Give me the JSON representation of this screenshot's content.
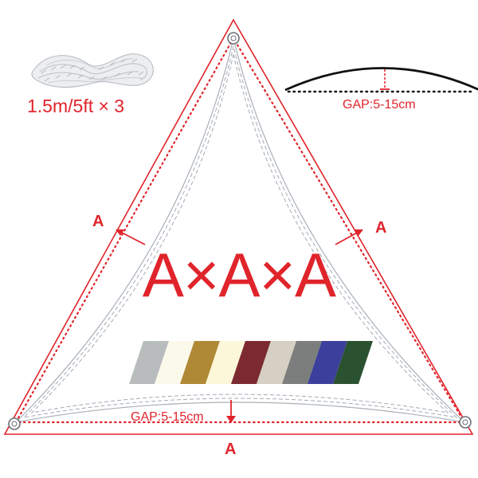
{
  "rope": {
    "label": "1.5m/5ft × 3"
  },
  "main_label": "A×A×A",
  "sides": {
    "left": "A",
    "right": "A",
    "bottom": "A"
  },
  "gap": {
    "top_right": "GAP:5-15cm",
    "bottom": "GAP:5-15cm"
  },
  "swatches": {
    "colors": [
      "#b9bcbd",
      "#fbf9ea",
      "#b08936",
      "#fcf7d9",
      "#7c2a30",
      "#d5d0c3",
      "#7b7e7c",
      "#3c3f9b",
      "#2b5230"
    ]
  },
  "colors": {
    "accent": "#e0242b",
    "stitch": "#9aa0a8"
  }
}
